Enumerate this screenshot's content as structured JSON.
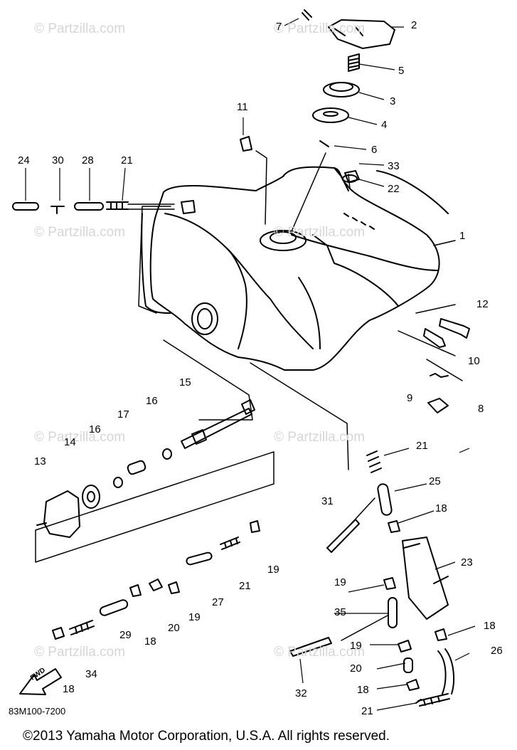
{
  "watermark": "© Partzilla.com",
  "part_number": "83M100-7200",
  "copyright": "©2013  Yamaha Motor Corporation, U.S.A. All rights reserved.",
  "fwd_label": "FWD",
  "labels": [
    "7",
    "2",
    "5",
    "3",
    "4",
    "6",
    "33",
    "22",
    "11",
    "24",
    "30",
    "28",
    "21",
    "1",
    "12",
    "10",
    "9",
    "8",
    "15",
    "16",
    "17",
    "16",
    "13",
    "14",
    "21",
    "25",
    "31",
    "18",
    "23",
    "19",
    "19",
    "21",
    "27",
    "19",
    "20",
    "18",
    "29",
    "34",
    "18",
    "35",
    "18",
    "26",
    "19",
    "20",
    "18",
    "21",
    "32"
  ]
}
